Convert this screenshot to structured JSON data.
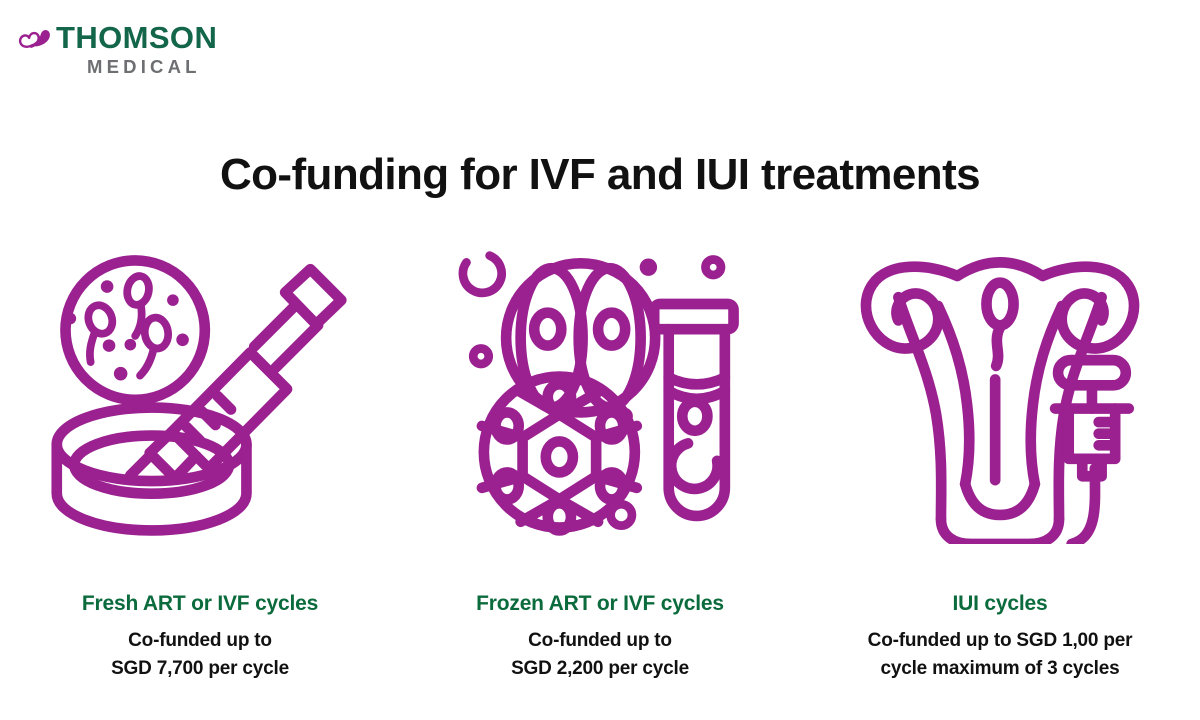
{
  "brand": {
    "mark_icon": "thomson-butterfly-heart-icon",
    "name_primary": "THOMSON",
    "name_secondary": "MEDICAL",
    "color_green": "#14664A",
    "color_grey": "#6E6F72",
    "color_mark_purple": "#9B2190"
  },
  "header": {
    "title": "Co-funding for IVF and IUI treatments",
    "title_color": "#111111"
  },
  "theme": {
    "background": "#ffffff",
    "icon_purple": "#9B2190",
    "heading_green": "#0B6B3C",
    "body_black": "#111111"
  },
  "columns": [
    {
      "icon": "petri-dish-sperm-syringe-icon",
      "heading": "Fresh ART or IVF cycles",
      "body": "Co-funded up to\nSGD 7,700 per cycle",
      "amount": "SGD 7,700",
      "unit": "per cycle"
    },
    {
      "icon": "embryo-cells-test-tube-icon",
      "heading": "Frozen ART or IVF cycles",
      "body": "Co-funded up to\nSGD 2,200 per cycle",
      "amount": "SGD 2,200",
      "unit": "per cycle"
    },
    {
      "icon": "uterus-syringe-insemination-icon",
      "heading": "IUI cycles",
      "body": "Co-funded up to SGD 1,00 per\ncycle maximum of 3 cycles",
      "amount": "SGD 1,00",
      "unit": "per cycle maximum of 3 cycles"
    }
  ]
}
